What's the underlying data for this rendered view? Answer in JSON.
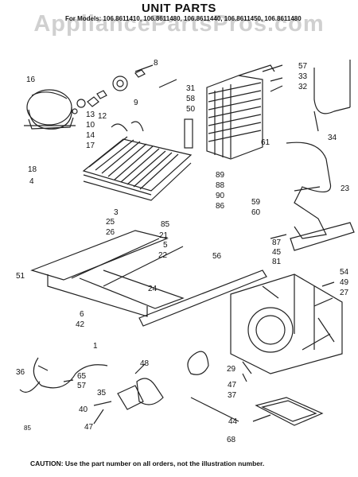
{
  "title": "UNIT PARTS",
  "models_line": "For Models: 106.8611410, 106.8611480, 106.8611440, 106.8611450, 106.8611480",
  "watermark": "AppliancePartsPros.com",
  "page_code": "85",
  "caution": "CAUTION: Use the part number on all orders, not the illustration number.",
  "part_numbers": [
    "8",
    "57",
    "33",
    "32",
    "16",
    "9",
    "31",
    "58",
    "50",
    "13",
    "10",
    "14",
    "17",
    "12",
    "34",
    "18",
    "4",
    "61",
    "89",
    "88",
    "90",
    "86",
    "3",
    "85",
    "23",
    "59",
    "60",
    "25",
    "26",
    "21",
    "5",
    "22",
    "87",
    "45",
    "81",
    "56",
    "51",
    "24",
    "54",
    "49",
    "27",
    "6",
    "42",
    "1",
    "36",
    "65",
    "57",
    "48",
    "35",
    "40",
    "47",
    "29",
    "47",
    "37",
    "44",
    "68"
  ]
}
